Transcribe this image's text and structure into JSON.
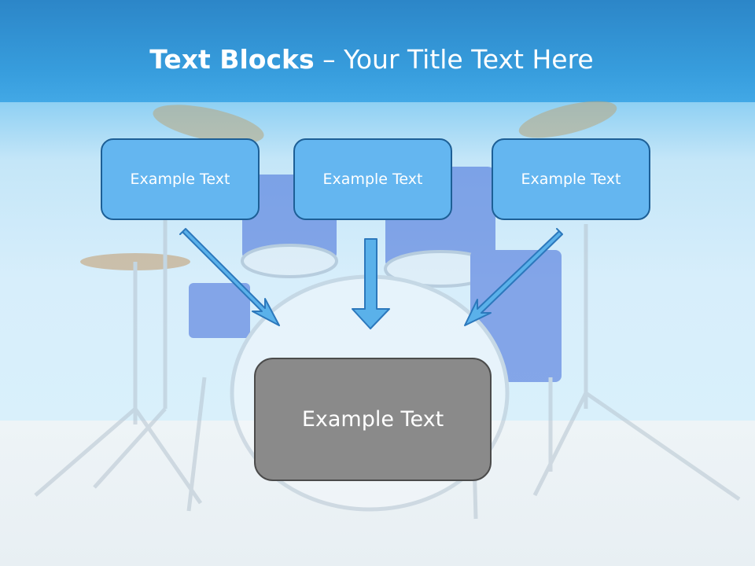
{
  "slide": {
    "title_bold": "Text Blocks",
    "title_dash": " – ",
    "title_rest": "Your Title Text Here"
  },
  "blocks": [
    {
      "label": "Example Text"
    },
    {
      "label": "Example Text"
    },
    {
      "label": "Example Text"
    }
  ],
  "result_block": {
    "label": "Example Text"
  },
  "colors": {
    "header": "#2c86c8",
    "box_fill": "#64b6f0",
    "box_border": "#1d5f96",
    "result_fill": "#8a8a8a",
    "arrow_fill": "#5ab1ea"
  },
  "background_image": "drum-kit"
}
